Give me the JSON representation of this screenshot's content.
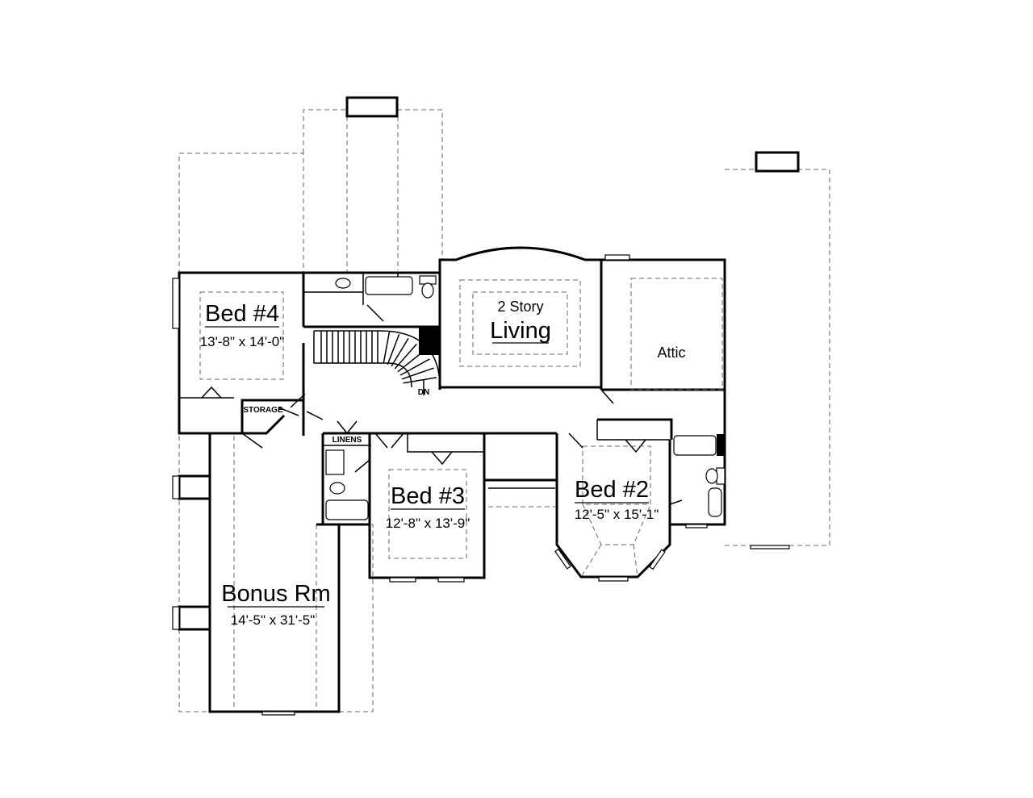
{
  "rooms": {
    "bed4": {
      "name": "Bed #4",
      "size": "13'-8\" x 14'-0\""
    },
    "living": {
      "line1": "2 Story",
      "line2": "Living"
    },
    "attic": {
      "name": "Attic"
    },
    "storage": {
      "name": "STORAGE"
    },
    "linens": {
      "name": "LINENS"
    },
    "stair": {
      "label": "DN"
    },
    "bed3": {
      "name": "Bed #3",
      "size": "12'-8\" x 13'-9\""
    },
    "bed2": {
      "name": "Bed #2",
      "size": "12'-5\" x 15'-1\""
    },
    "bonus": {
      "name": "Bonus Rm",
      "size": "14'-5\" x 31'-5\""
    }
  }
}
